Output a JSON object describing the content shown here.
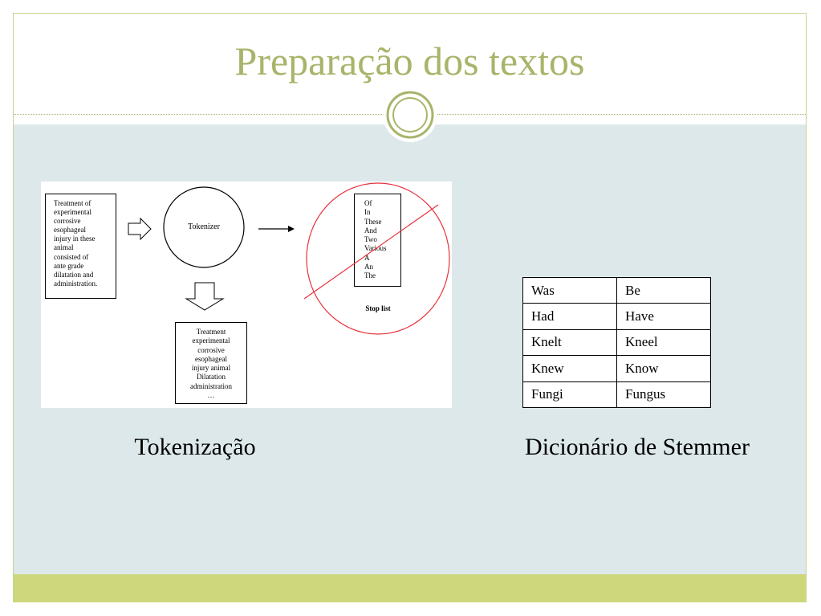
{
  "slide": {
    "title": "Preparação dos textos",
    "colors": {
      "title": "#a7b56a",
      "frame_line": "#c9d391",
      "divider": "#aab873",
      "panel": "#dde8ea",
      "footer": "#cfd77c",
      "annotation_red": "#e8323c"
    }
  },
  "tokenization": {
    "caption": "Tokenização",
    "input_lines": [
      "Treatment of",
      "experimental",
      "corrosive",
      "esophageal",
      "injury in these",
      "animal",
      "consisted of",
      "ante grade",
      "dilatation and",
      "administration."
    ],
    "tokenizer_label": "Tokenizer",
    "stop_words": [
      "Of",
      "In",
      "These",
      "And",
      "Two",
      "Various",
      "A",
      "An",
      "The"
    ],
    "stop_list_label": "Stop list",
    "output_tokens": [
      "Treatment",
      "experimental",
      "corrosive",
      "esophageal",
      "injury animal",
      "Dilatation",
      "administration",
      "…"
    ]
  },
  "stemmer": {
    "caption": "Dicionário de Stemmer",
    "rows": [
      {
        "word": "Was",
        "stem": "Be"
      },
      {
        "word": "Had",
        "stem": "Have"
      },
      {
        "word": "Knelt",
        "stem": "Kneel"
      },
      {
        "word": "Knew",
        "stem": "Know"
      },
      {
        "word": "Fungi",
        "stem": "Fungus"
      }
    ]
  },
  "icons": {
    "divider_ornament": "ring-ornament-icon",
    "input_arrow": "right-outline-arrow-icon",
    "tokenizer_arrow": "right-arrow-icon",
    "output_arrow": "down-outline-arrow-icon"
  }
}
